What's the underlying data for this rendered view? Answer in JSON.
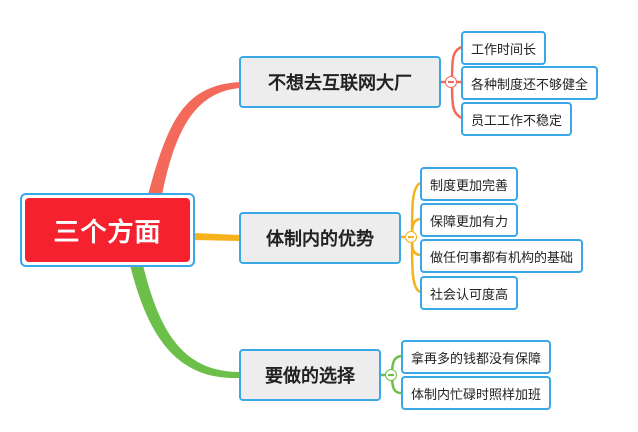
{
  "root": {
    "label": "三个方面",
    "color": "#f5212f"
  },
  "branches": [
    {
      "label": "不想去互联网大厂",
      "color": "#f36a5b",
      "children": [
        "工作时间长",
        "各种制度还不够健全",
        "员工工作不稳定"
      ]
    },
    {
      "label": "体制内的优势",
      "color": "#f5b21a",
      "children": [
        "制度更加完善",
        "保障更加有力",
        "做任何事都有机构的基础",
        "社会认可度高"
      ]
    },
    {
      "label": "要做的选择",
      "color": "#6cc04a",
      "children": [
        "拿再多的钱都没有保障",
        "体制内忙碌时照样加班"
      ]
    }
  ],
  "border_color": "#3aa7e6"
}
